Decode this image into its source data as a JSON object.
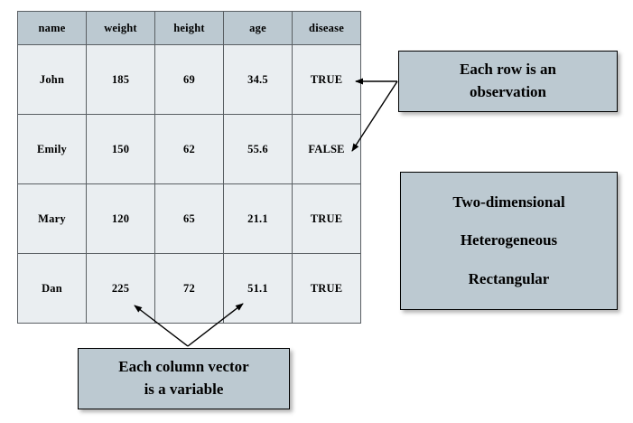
{
  "table": {
    "columns": [
      "name",
      "weight",
      "height",
      "age",
      "disease"
    ],
    "rows": [
      [
        "John",
        "185",
        "69",
        "34.5",
        "TRUE"
      ],
      [
        "Emily",
        "150",
        "62",
        "55.6",
        "FALSE"
      ],
      [
        "Mary",
        "120",
        "65",
        "21.1",
        "TRUE"
      ],
      [
        "Dan",
        "225",
        "72",
        "51.1",
        "TRUE"
      ]
    ]
  },
  "callouts": {
    "row_note": {
      "line1": "Each row is an",
      "line2": "observation"
    },
    "properties": {
      "line1": "Two-dimensional",
      "line2": "Heterogeneous",
      "line3": "Rectangular"
    },
    "column_note": {
      "line1": "Each column vector",
      "line2": "is a variable"
    }
  },
  "colors": {
    "header_fill": "#bcc9d1",
    "cell_fill": "#eaeef1",
    "callout_fill": "#bcc9d1",
    "border": "#000000",
    "grid_line": "#5a5f63",
    "arrow": "#000000"
  }
}
